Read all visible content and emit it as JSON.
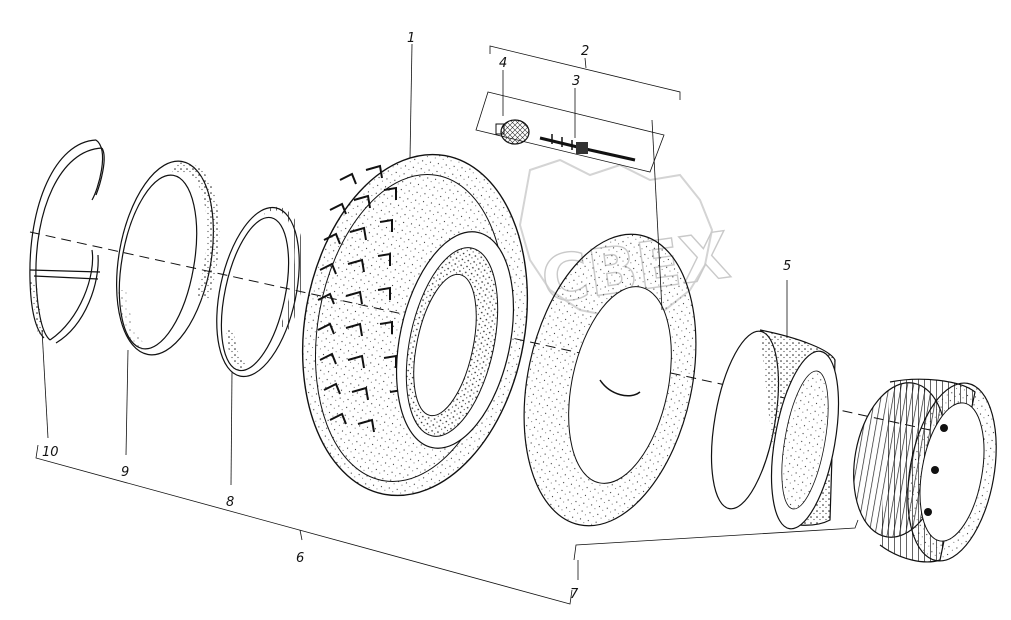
{
  "watermark": {
    "text": "CBEX",
    "color": "#c9c9c9"
  },
  "callouts": [
    {
      "id": "1",
      "text": "1"
    },
    {
      "id": "2",
      "text": "2"
    },
    {
      "id": "3",
      "text": "3"
    },
    {
      "id": "4",
      "text": "4"
    },
    {
      "id": "5",
      "text": "5"
    },
    {
      "id": "6",
      "text": "6"
    },
    {
      "id": "7",
      "text": "7"
    },
    {
      "id": "8",
      "text": "8"
    },
    {
      "id": "9",
      "text": "9"
    },
    {
      "id": "10",
      "text": "10"
    }
  ],
  "parts": [
    {
      "icon": "split-lock-ring-icon"
    },
    {
      "icon": "flap-ring-icon"
    },
    {
      "icon": "side-ring-icon"
    },
    {
      "icon": "tire-icon"
    },
    {
      "icon": "inner-tube-icon"
    },
    {
      "icon": "valve-cap-icon"
    },
    {
      "icon": "valve-stem-icon"
    },
    {
      "icon": "rim-half-icon"
    },
    {
      "icon": "wheel-disc-icon"
    }
  ]
}
